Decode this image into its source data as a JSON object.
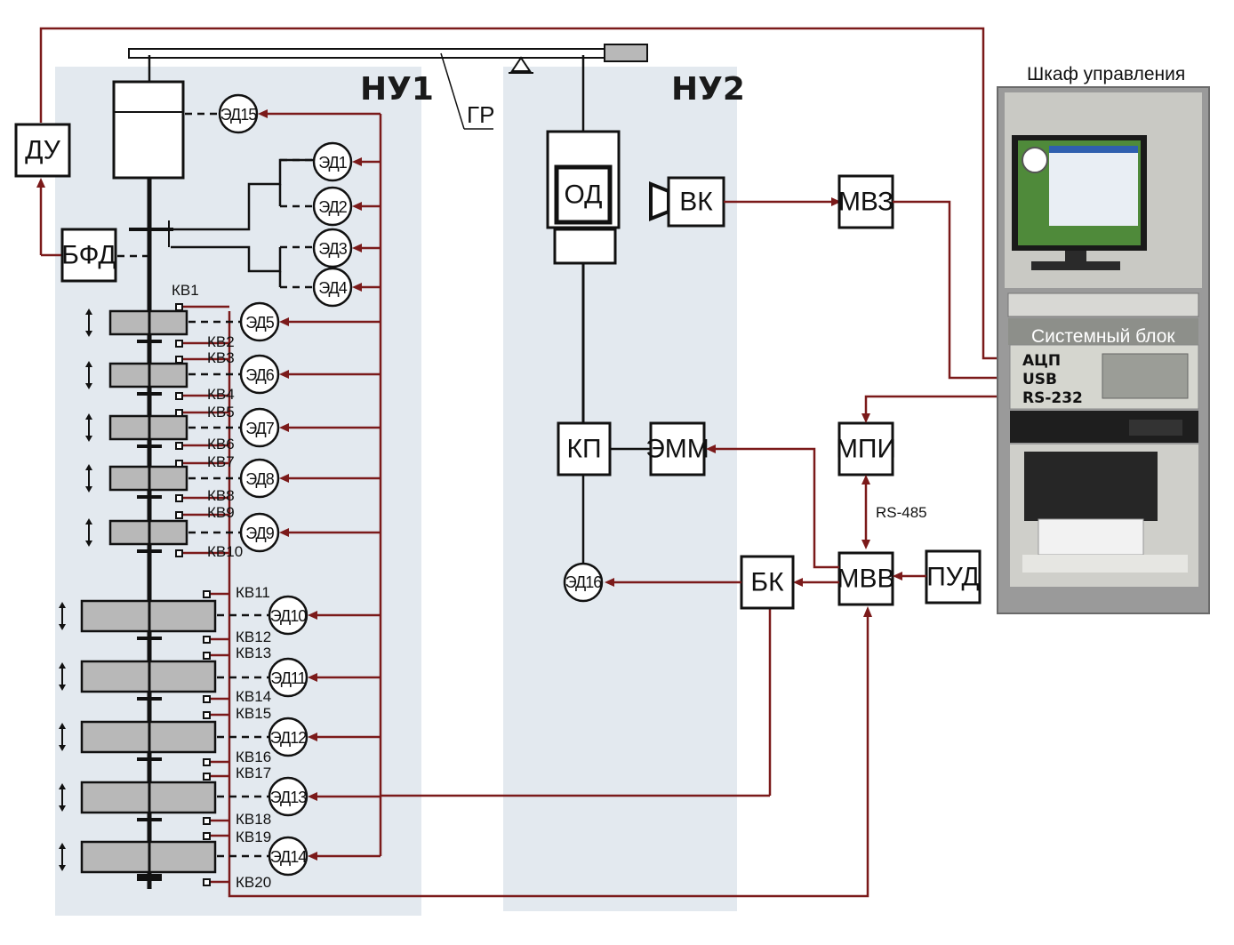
{
  "zones": {
    "nu1": "НУ1",
    "nu2": "НУ2"
  },
  "gr_label": "ГР",
  "blocks": {
    "du": "ДУ",
    "bfd": "БФД",
    "od": "ОД",
    "vk": "ВК",
    "mvz": "МВЗ",
    "kp": "КП",
    "emm": "ЭММ",
    "mpi": "МПИ",
    "bk": "БК",
    "mvv": "МВВ",
    "pud": "ПУД"
  },
  "motors": {
    "ed1": "ЭД1",
    "ed2": "ЭД2",
    "ed3": "ЭД3",
    "ed4": "ЭД4",
    "ed5": "ЭД5",
    "ed6": "ЭД6",
    "ed7": "ЭД7",
    "ed8": "ЭД8",
    "ed9": "ЭД9",
    "ed10": "ЭД10",
    "ed11": "ЭД11",
    "ed12": "ЭД12",
    "ed13": "ЭД13",
    "ed14": "ЭД14",
    "ed15": "ЭД15",
    "ed16": "ЭД16"
  },
  "limit_switches": {
    "kv1": "КВ1",
    "kv2": "КВ2",
    "kv3": "КВ3",
    "kv4": "КВ4",
    "kv5": "КВ5",
    "kv6": "КВ6",
    "kv7": "КВ7",
    "kv8": "КВ8",
    "kv9": "КВ9",
    "kv10": "КВ10",
    "kv11": "КВ11",
    "kv12": "КВ12",
    "kv13": "КВ13",
    "kv14": "КВ14",
    "kv15": "КВ15",
    "kv16": "КВ16",
    "kv17": "КВ17",
    "kv18": "КВ18",
    "kv19": "КВ19",
    "kv20": "КВ20"
  },
  "rs485_label": "RS-485",
  "cabinet": {
    "title": "Шкаф управления",
    "system_unit": "Системный блок",
    "ports": [
      "АЦП",
      "USB",
      "RS-232"
    ]
  }
}
